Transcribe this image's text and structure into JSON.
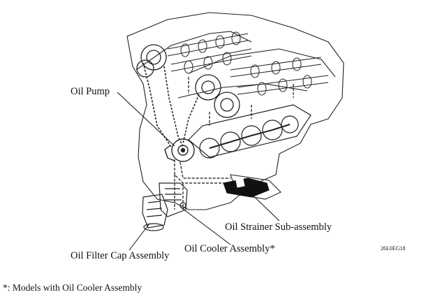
{
  "labels": {
    "oil_pump": "Oil Pump",
    "oil_strainer": "Oil Strainer Sub-assembly",
    "oil_cooler": "Oil Cooler Assembly*",
    "oil_filter_cap": "Oil Filter Cap Assembly"
  },
  "figure_code": "26L0EG18",
  "footnote": "*: Models with Oil Cooler Assembly",
  "colors": {
    "line": "#111111",
    "background": "#ffffff"
  }
}
